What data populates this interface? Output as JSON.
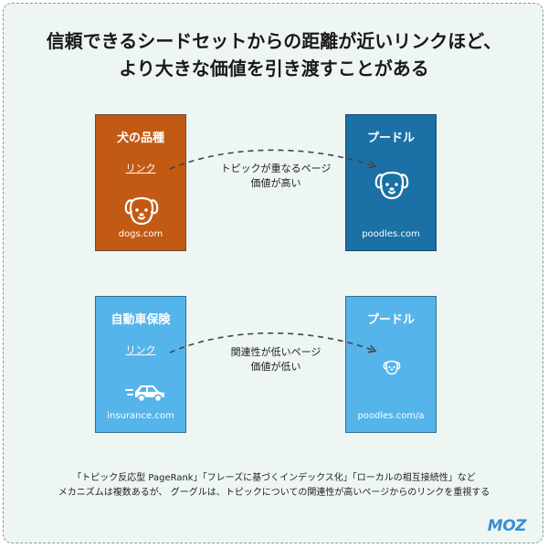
{
  "title": {
    "line1": "信頼できるシードセットからの距離が近いリンクほど、",
    "line2": "より大きな価値を引き渡すことがある"
  },
  "top_row": {
    "source": {
      "title": "犬の品種",
      "link": "リンク",
      "domain": "dogs.com",
      "icon": "dog-icon",
      "color": "#c25a13"
    },
    "target": {
      "title": "プードル",
      "domain": "poodles.com",
      "icon": "dog-icon",
      "color": "#1b70a6"
    },
    "note_line1": "トピックが重なるページ",
    "note_line2": "価値が高い"
  },
  "bottom_row": {
    "source": {
      "title": "自動車保険",
      "link": "リンク",
      "domain": "insurance.com",
      "icon": "car-icon",
      "color": "#55b4ea"
    },
    "target": {
      "title": "プードル",
      "domain": "poodles.com/a",
      "icon": "dog-icon",
      "color": "#55b4ea"
    },
    "note_line1": "関連性が低いページ",
    "note_line2": "価値が低い"
  },
  "footer": {
    "line1": "「トピック反応型 PageRank」「フレーズに基づくインデックス化」「ローカルの相互接続性」など",
    "line2": "メカニズムは複数あるが、 グーグルは、トピックについての関連性が高いページからのリンクを重視する"
  },
  "logo": "MOZ"
}
